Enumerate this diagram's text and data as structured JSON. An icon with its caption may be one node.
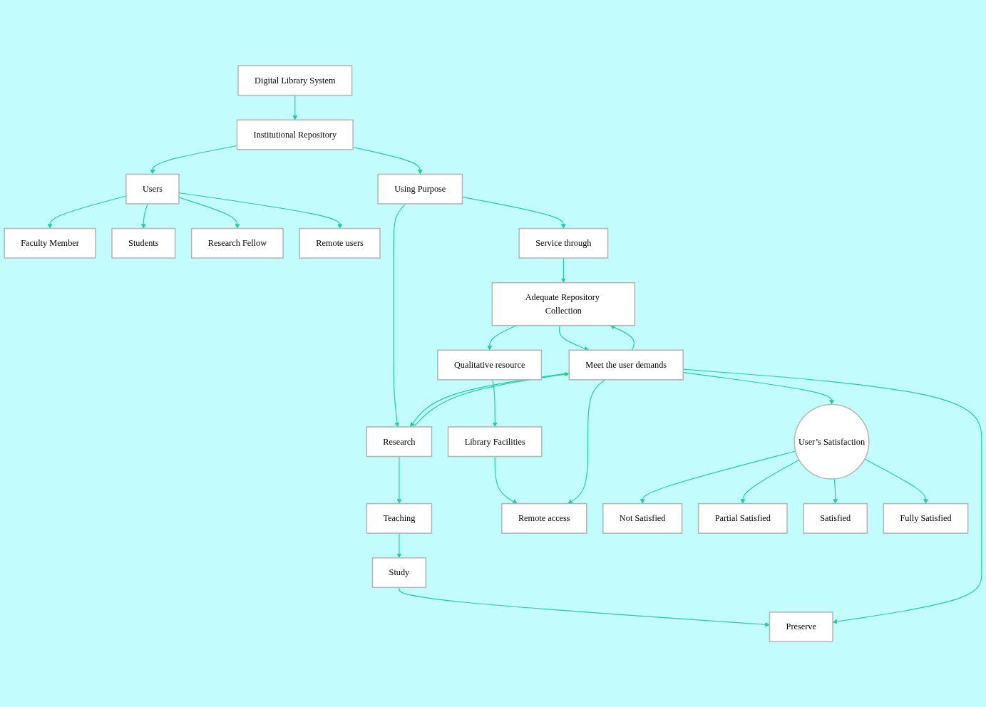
{
  "diagram": {
    "nodes": [
      {
        "text": [
          "Digital Library System"
        ]
      },
      {
        "text": [
          "Institutional Repository"
        ]
      },
      {
        "text": [
          "Users"
        ]
      },
      {
        "text": [
          "Faculty Member"
        ]
      },
      {
        "text": [
          "Students"
        ]
      },
      {
        "text": [
          "Research Fellow"
        ]
      },
      {
        "text": [
          "Remote users"
        ]
      },
      {
        "text": [
          "Using Purpose"
        ]
      },
      {
        "text": [
          "Service through"
        ]
      },
      {
        "text": [
          "Research"
        ]
      },
      {
        "text": [
          "Teaching"
        ]
      },
      {
        "text": [
          "Study"
        ]
      },
      {
        "text": [
          "Preserve"
        ]
      },
      {
        "text": [
          "Adequate Repository Collection"
        ]
      },
      {
        "text": [
          "Qualitative resource"
        ]
      },
      {
        "text": [
          "Library Facilities"
        ]
      },
      {
        "text": [
          "Remote access"
        ]
      },
      {
        "text": [
          "Meet the user demands"
        ]
      },
      {
        "text": [
          "User’s Satisfaction"
        ]
      },
      {
        "text": [
          "Not Satisfied"
        ]
      },
      {
        "text": [
          "Partial Satisfied"
        ]
      },
      {
        "text": [
          "Satisfied"
        ]
      },
      {
        "text": [
          "Fully Satisfied"
        ]
      }
    ],
    "edges": [
      {
        "from": 0,
        "to": 1,
        "arrow": "to"
      },
      {
        "from": 1,
        "to": 2,
        "arrow": "to"
      },
      {
        "from": 2,
        "to": 3,
        "arrow": "to"
      },
      {
        "from": 2,
        "to": 4,
        "arrow": "to"
      },
      {
        "from": 2,
        "to": 5,
        "arrow": "to"
      },
      {
        "from": 2,
        "to": 6,
        "arrow": "to"
      },
      {
        "from": 1,
        "to": 7,
        "arrow": "to"
      },
      {
        "from": 7,
        "to": 8,
        "arrow": "to"
      },
      {
        "from": 7,
        "to": 9,
        "arrow": "to"
      },
      {
        "from": 8,
        "to": 13,
        "arrow": "to"
      },
      {
        "from": 9,
        "to": 10,
        "arrow": "to"
      },
      {
        "from": 10,
        "to": 11,
        "arrow": "to"
      },
      {
        "from": 11,
        "to": 12,
        "arrow": "to"
      },
      {
        "from": 13,
        "to": 14,
        "arrow": "to"
      },
      {
        "from": 14,
        "to": 15,
        "arrow": "to"
      },
      {
        "from": 15,
        "to": 16,
        "arrow": "to"
      },
      {
        "from": 9,
        "to": 17,
        "arrow": "to"
      },
      {
        "from": 17,
        "to": 9,
        "arrow": "to"
      },
      {
        "from": 17,
        "to": 12,
        "arrow": "to"
      },
      {
        "from": 13,
        "to": 17,
        "arrow": "to"
      },
      {
        "from": 17,
        "to": 13,
        "arrow": "to"
      },
      {
        "from": 17,
        "to": 16,
        "arrow": "to"
      },
      {
        "from": 17,
        "to": 18,
        "arrow": "to"
      },
      {
        "from": 18,
        "to": 19,
        "arrow": "to"
      },
      {
        "from": 18,
        "to": 20,
        "arrow": "to"
      },
      {
        "from": 18,
        "to": 21,
        "arrow": "to"
      },
      {
        "from": 18,
        "to": 22,
        "arrow": "to"
      }
    ]
  }
}
